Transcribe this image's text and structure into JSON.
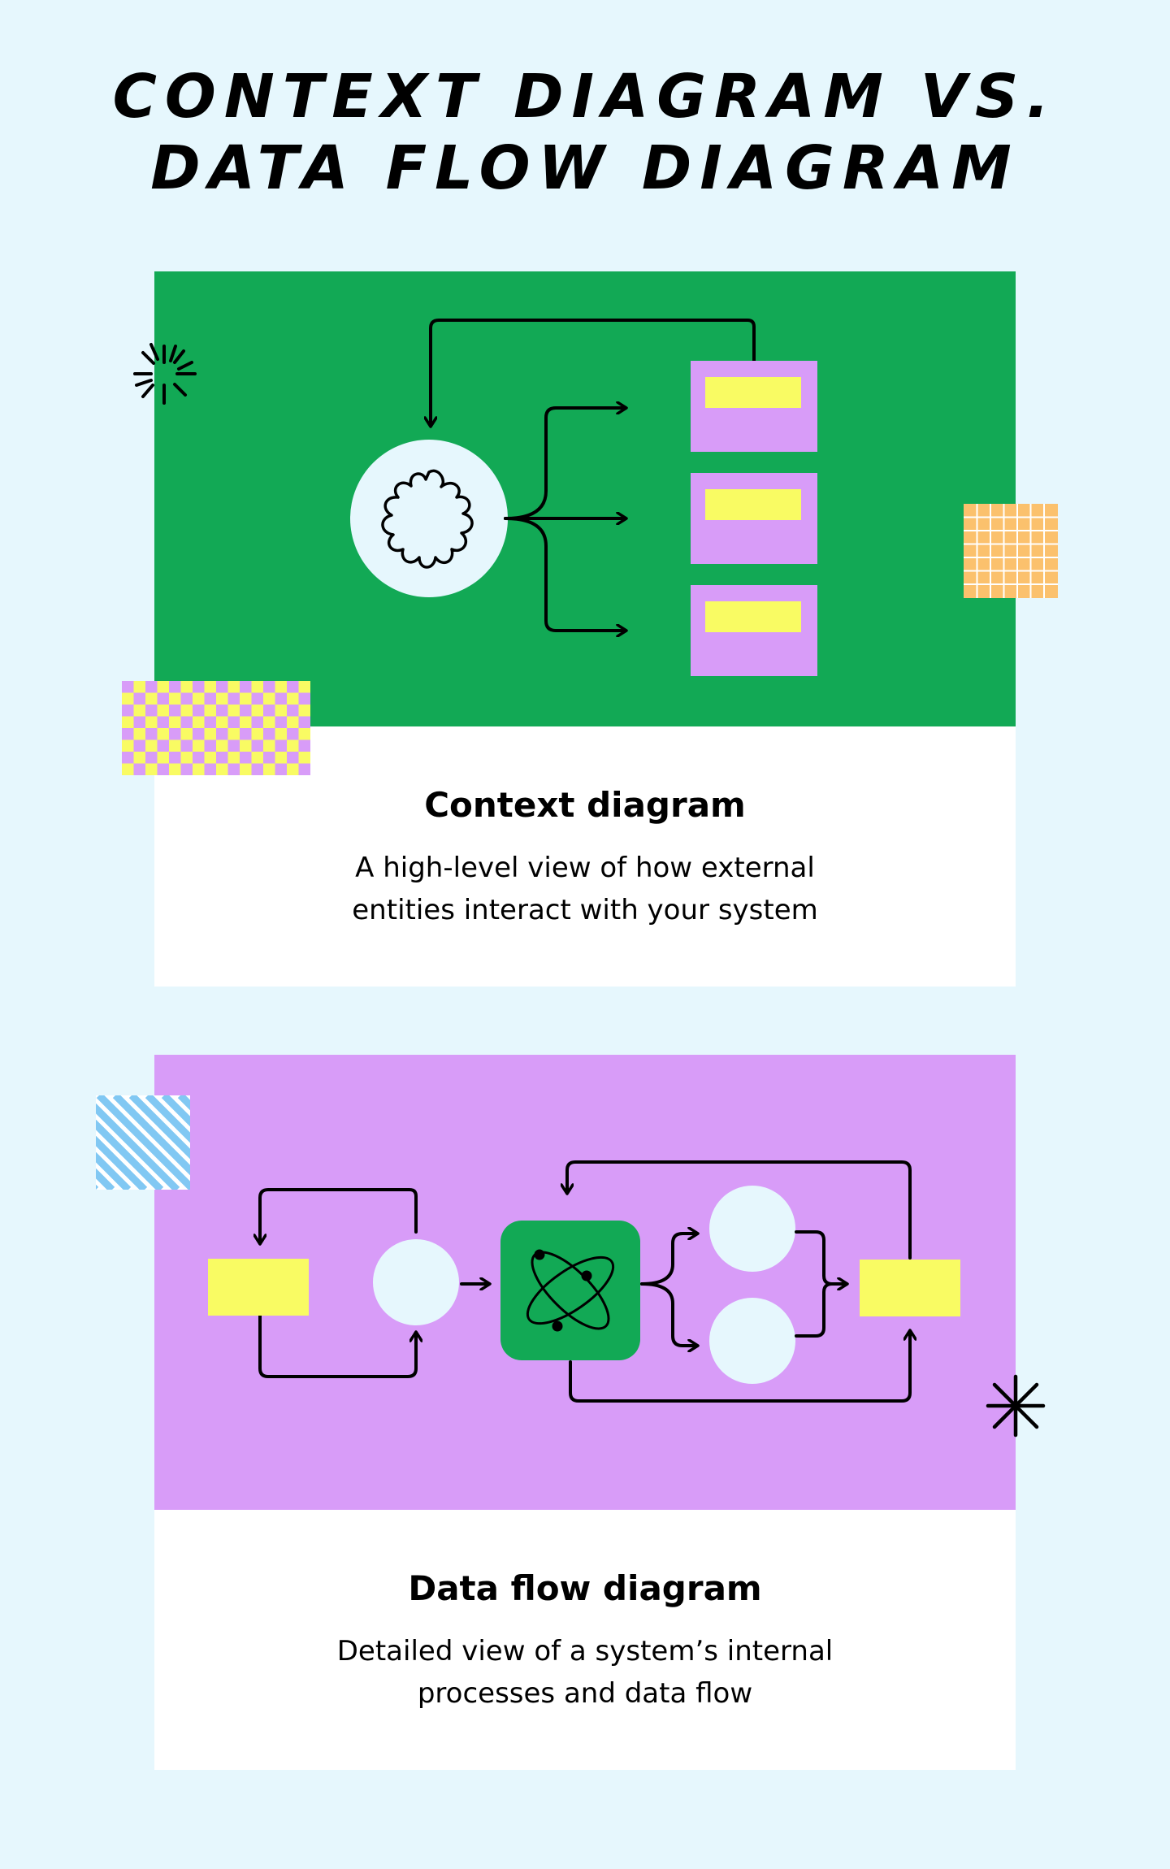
{
  "title": {
    "line1": "CONTEXT DIAGRAM VS.",
    "line2": "DATA FLOW DIAGRAM"
  },
  "context_card": {
    "heading": "Context diagram",
    "description": "A high-level view of how external entities interact with your system"
  },
  "dataflow_card": {
    "heading": "Data flow diagram",
    "description": "Detailed view of a system’s internal processes and data flow"
  },
  "colors": {
    "background": "#e6f7fd",
    "green": "#12a955",
    "purple": "#d89cf8",
    "yellow": "#f9fb63",
    "light_blue": "#e6f7fd",
    "orange": "#fbc16d",
    "stripe_blue": "#81c8f3"
  }
}
